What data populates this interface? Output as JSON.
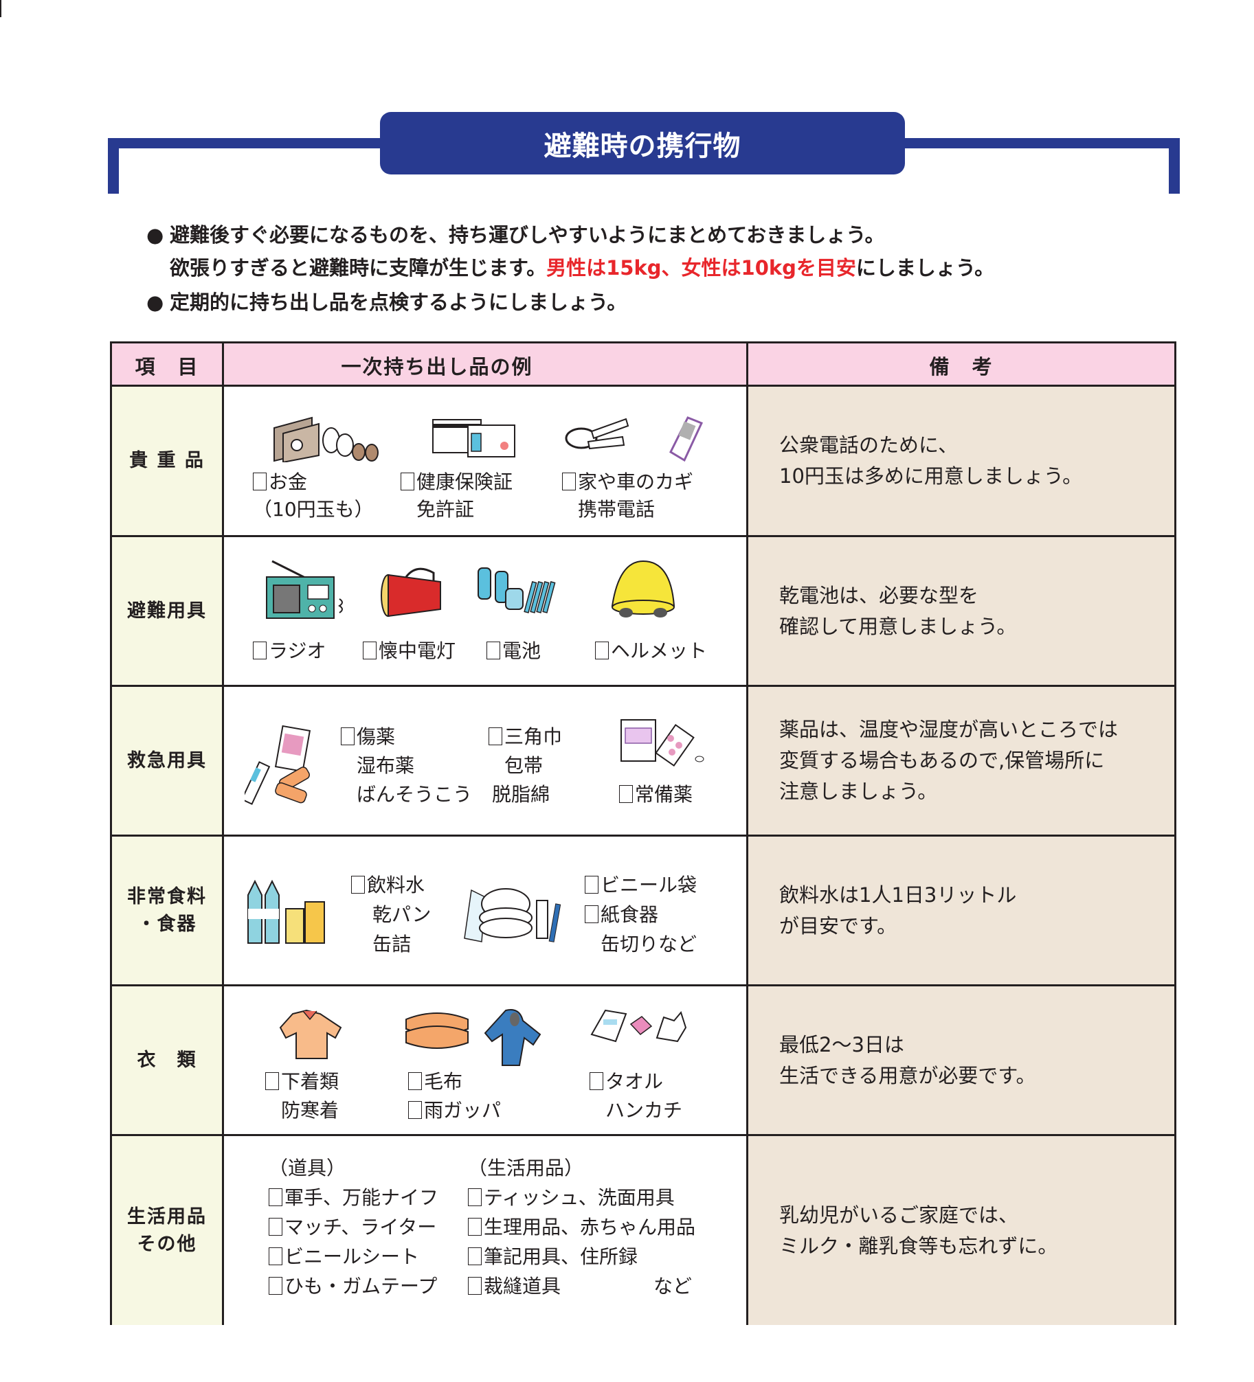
{
  "title": "避難時の携行物",
  "intro": {
    "line1": "避難後すぐ必要になるものを、持ち運びしやすいようにまとめておきましょう。",
    "line2_prefix": "欲張りすぎると避難時に支障が生じます。",
    "line2_highlight": "男性は15kg、女性は10kgを目安",
    "line2_suffix": "にしましょう。",
    "line3": "定期的に持ち出し品を点検するようにしましょう。",
    "bullet": "●"
  },
  "colors": {
    "title_blue": "#283a90",
    "highlight_red": "#e8262b",
    "header_pink": "#fad3e4",
    "category_cream": "#f7f8e3",
    "note_beige": "#efe5d8"
  },
  "table": {
    "headers": {
      "category": "項　目",
      "examples": "一次持ち出し品の例",
      "notes": "備　考"
    },
    "rows": [
      {
        "category": "貴 重 品",
        "items": [
          {
            "label": "お金",
            "sub": "（10円玉も）",
            "icon": "money-coins-icon"
          },
          {
            "label": "健康保険証",
            "sub": "免許証",
            "icon": "id-card-icon"
          },
          {
            "label": "家や車のカギ",
            "sub": "携帯電話",
            "icon": "keys-phone-icon"
          }
        ],
        "note_lines": [
          "公衆電話のために、",
          "10円玉は多めに用意しましょう。"
        ]
      },
      {
        "category": "避難用具",
        "items": [
          {
            "label": "ラジオ",
            "icon": "radio-icon"
          },
          {
            "label": "懐中電灯",
            "icon": "flashlight-icon"
          },
          {
            "label": "電池",
            "icon": "batteries-icon"
          },
          {
            "label": "ヘルメット",
            "icon": "helmet-icon"
          }
        ],
        "note_lines": [
          "乾電池は、必要な型を",
          "確認して用意しましょう。"
        ]
      },
      {
        "category": "救急用具",
        "items": [
          {
            "label": "傷薬",
            "subs": [
              "湿布薬",
              "ばんそうこう"
            ],
            "icon": "first-aid-icon"
          },
          {
            "label": "三角巾",
            "subs": [
              "包帯",
              "脱脂綿"
            ]
          },
          {
            "label": "常備薬",
            "icon": "medicine-icon"
          }
        ],
        "note_lines": [
          "薬品は、温度や湿度が高いところでは",
          "変質する場合もあるので,保管場所に",
          "注意しましょう。"
        ]
      },
      {
        "category_lines": [
          "非常食料",
          "・食器"
        ],
        "items": [
          {
            "label": "飲料水",
            "subs": [
              "乾パン",
              "缶詰"
            ],
            "icon": "water-cans-icon"
          },
          {
            "label": "ビニール袋",
            "icon": "tableware-icon"
          },
          {
            "label": "紙食器",
            "subs": [
              "缶切りなど"
            ]
          }
        ],
        "note_lines": [
          "飲料水は1人1日3リットル",
          "が目安です。"
        ]
      },
      {
        "category": "衣　類",
        "items": [
          {
            "label": "下着類",
            "sub": "防寒着",
            "icon": "shirt-icon"
          },
          {
            "label": "毛布",
            "icon": "blanket-icon"
          },
          {
            "label": "雨ガッパ",
            "icon": "raincoat-icon"
          },
          {
            "label": "タオル",
            "sub": "ハンカチ",
            "icon": "towel-tissue-icon"
          }
        ],
        "note_lines": [
          "最低2～3日は",
          "生活できる用意が必要です。"
        ]
      },
      {
        "category_lines": [
          "生活用品",
          "その他"
        ],
        "groups": [
          {
            "heading": "（道具）",
            "items": [
              "軍手、万能ナイフ",
              "マッチ、ライター",
              "ビニールシート",
              "ひも・ガムテープ"
            ]
          },
          {
            "heading": "（生活用品）",
            "items": [
              "ティッシュ、洗面用具",
              "生理用品、赤ちゃん用品",
              "筆記用具、住所録",
              "裁縫道具"
            ]
          }
        ],
        "trailing": "など",
        "note_lines": [
          "乳幼児がいるご家庭では、",
          "ミルク・離乳食等も忘れずに。"
        ]
      }
    ]
  }
}
